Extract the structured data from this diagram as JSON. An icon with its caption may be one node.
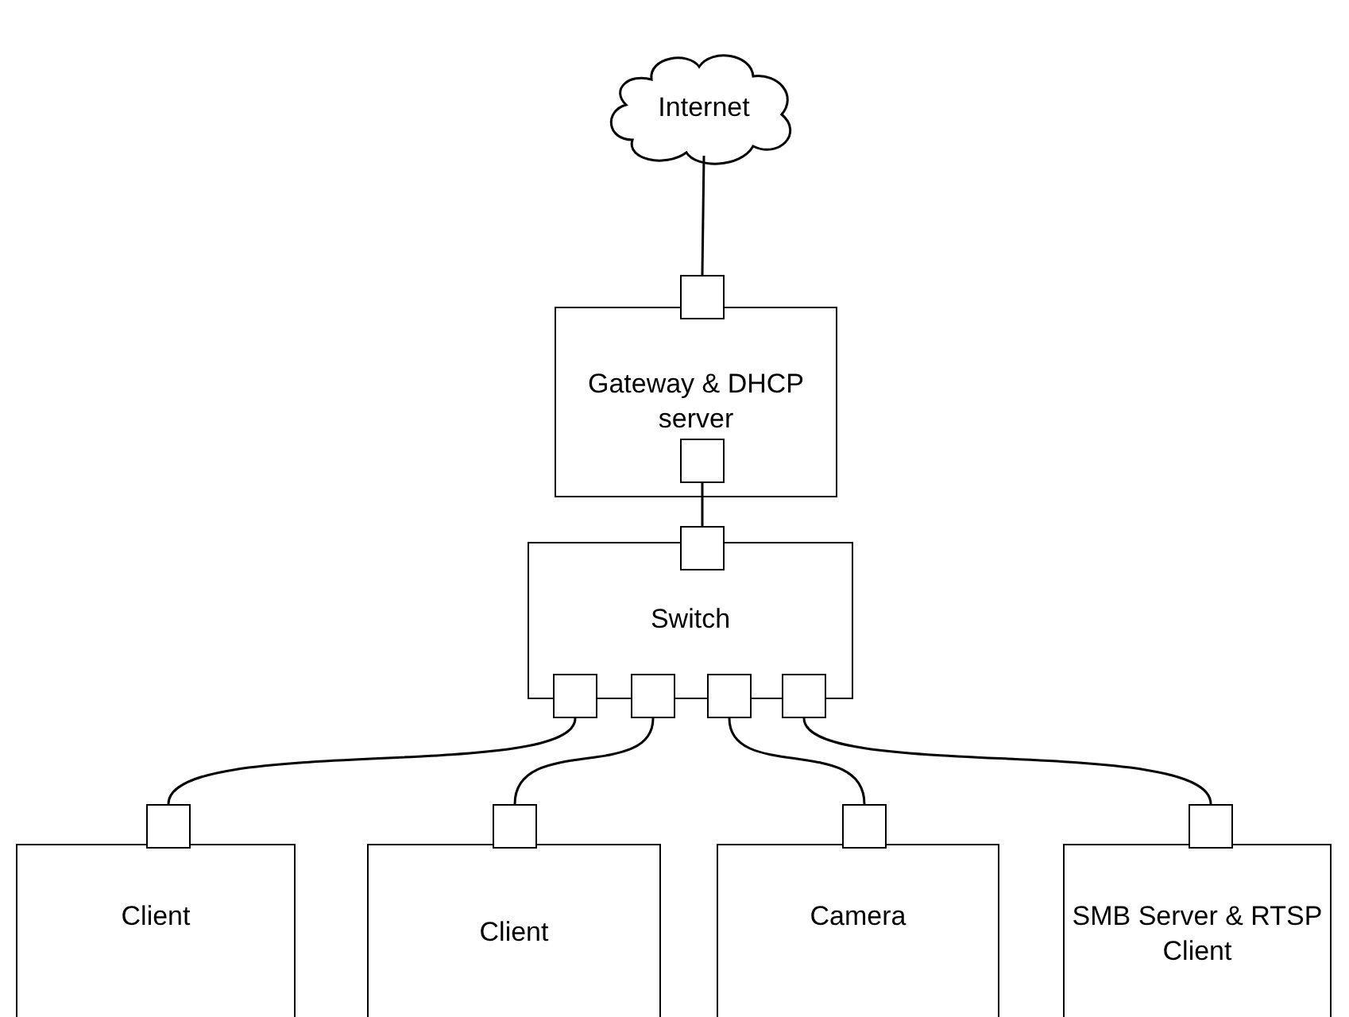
{
  "diagram": {
    "nodes": [
      {
        "text": [
          "Internet"
        ]
      },
      {
        "text": [
          "Gateway & DHCP server"
        ]
      },
      {
        "text": [],
        "shape": "box"
      },
      {
        "text": [],
        "shape": "box",
        "in": 1
      },
      {
        "text": [
          "Switch"
        ]
      },
      {
        "text": [],
        "shape": "box"
      },
      {
        "text": [],
        "shape": "box"
      },
      {
        "text": [],
        "shape": "box"
      },
      {
        "text": [],
        "shape": "box"
      },
      {
        "text": [],
        "shape": "box"
      },
      {
        "text": [],
        "shape": "box"
      },
      {
        "text": [],
        "shape": "box"
      },
      {
        "text": [],
        "shape": "box"
      },
      {
        "text": [],
        "shape": "box"
      },
      {
        "text": [
          "Client"
        ]
      },
      {
        "text": [
          "Client"
        ]
      },
      {
        "text": [
          "Camera"
        ]
      },
      {
        "text": [
          "SMB Server & RTSP Client"
        ]
      }
    ],
    "edges": [
      {
        "from": 0,
        "to": 2,
        "arrow": "none"
      },
      {
        "from": 3,
        "to": 5,
        "arrow": "none"
      },
      {
        "from": 6,
        "to": 10,
        "arrow": "none"
      },
      {
        "from": 7,
        "to": 11,
        "arrow": "none"
      },
      {
        "from": 8,
        "to": 12,
        "arrow": "none"
      },
      {
        "from": 9,
        "to": 13,
        "arrow": "none"
      }
    ]
  }
}
